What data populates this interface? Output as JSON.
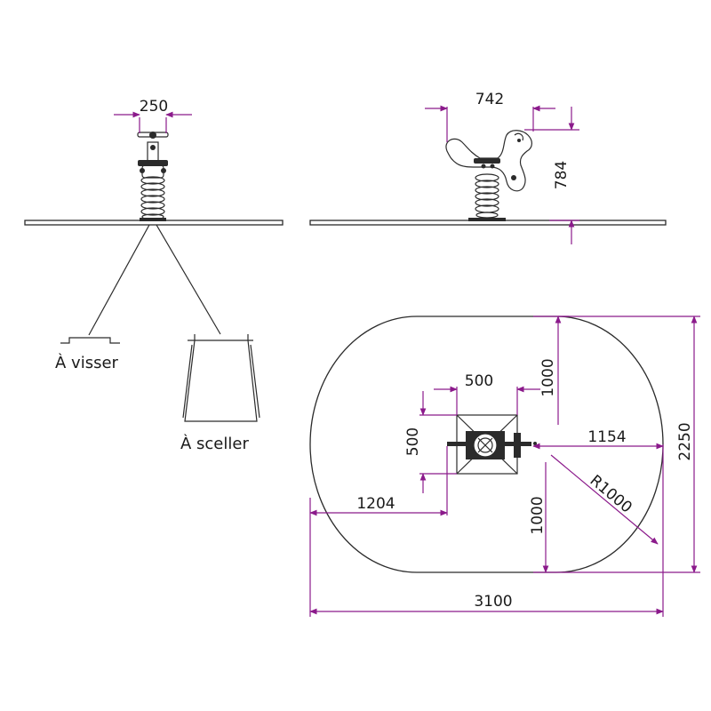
{
  "views": {
    "front": {
      "width_label": "250"
    },
    "side": {
      "width_label": "742",
      "height_label": "784"
    },
    "plan": {
      "footprint_label": "500",
      "footprint_height_label": "500",
      "top_offset_label": "1000",
      "bottom_offset_label": "1000",
      "right_offset_label": "1154",
      "left_offset_label": "1204",
      "radius_label": "R1000",
      "total_width_label": "3100",
      "total_height_label": "2250"
    }
  },
  "fixings": {
    "bolted_label": "À visser",
    "sealed_label": "À sceller"
  },
  "colors": {
    "dimension": "#8b1a8b",
    "ink": "#2b2b2b"
  }
}
